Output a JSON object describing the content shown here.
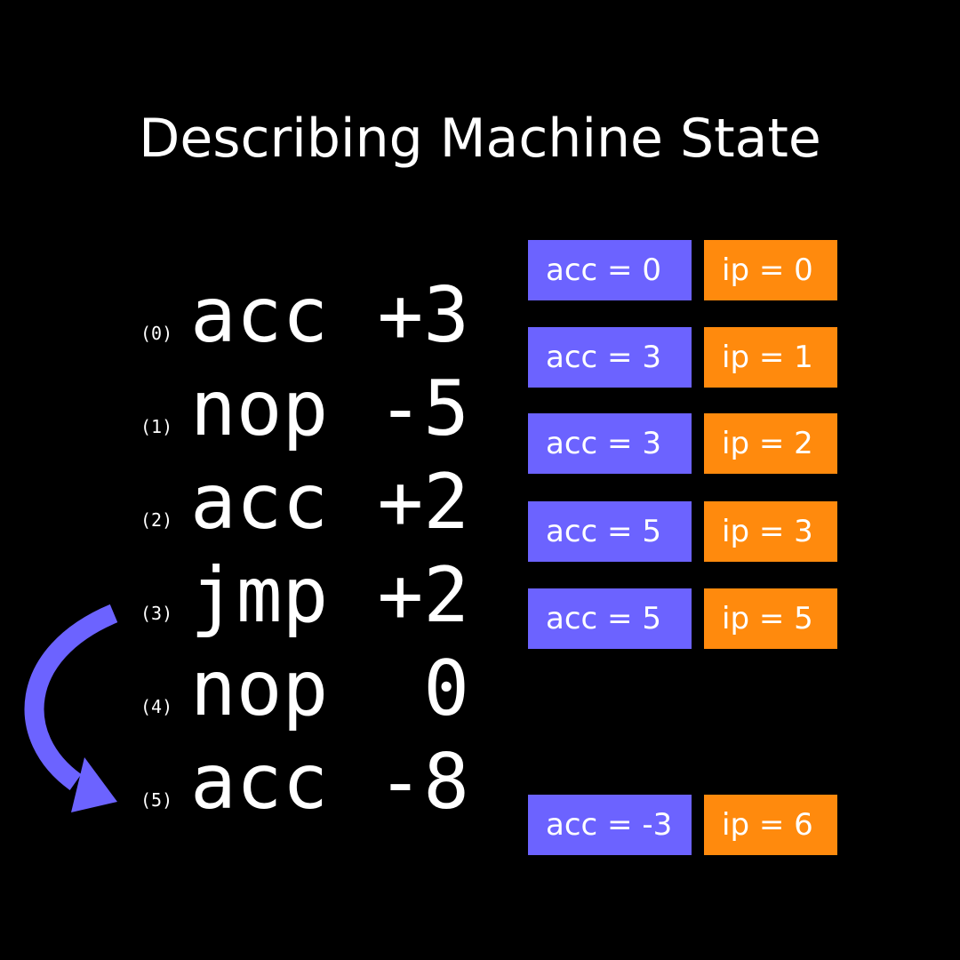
{
  "title": "Describing Machine State",
  "colors": {
    "background": "#000000",
    "text": "#ffffff",
    "acc_box": "#6c63ff",
    "ip_box": "#ff8a0d",
    "arrow": "#6c63ff"
  },
  "program": [
    {
      "index": "(0)",
      "op": "acc",
      "arg": "+3"
    },
    {
      "index": "(1)",
      "op": "nop",
      "arg": "-5"
    },
    {
      "index": "(2)",
      "op": "acc",
      "arg": "+2"
    },
    {
      "index": "(3)",
      "op": "jmp",
      "arg": "+2"
    },
    {
      "index": "(4)",
      "op": "nop",
      "arg": "0"
    },
    {
      "index": "(5)",
      "op": "acc",
      "arg": "-8"
    }
  ],
  "states": [
    {
      "acc": "acc = 0",
      "ip": "ip = 0"
    },
    {
      "acc": "acc = 3",
      "ip": "ip = 1"
    },
    {
      "acc": "acc = 3",
      "ip": "ip = 2"
    },
    {
      "acc": "acc = 5",
      "ip": "ip = 3"
    },
    {
      "acc": "acc = 5",
      "ip": "ip = 5"
    },
    {
      "acc": "acc = -3",
      "ip": "ip = 6"
    }
  ],
  "jump_arrow": {
    "from_line": 3,
    "to_line": 5,
    "icon": "curved-arrow-icon"
  }
}
